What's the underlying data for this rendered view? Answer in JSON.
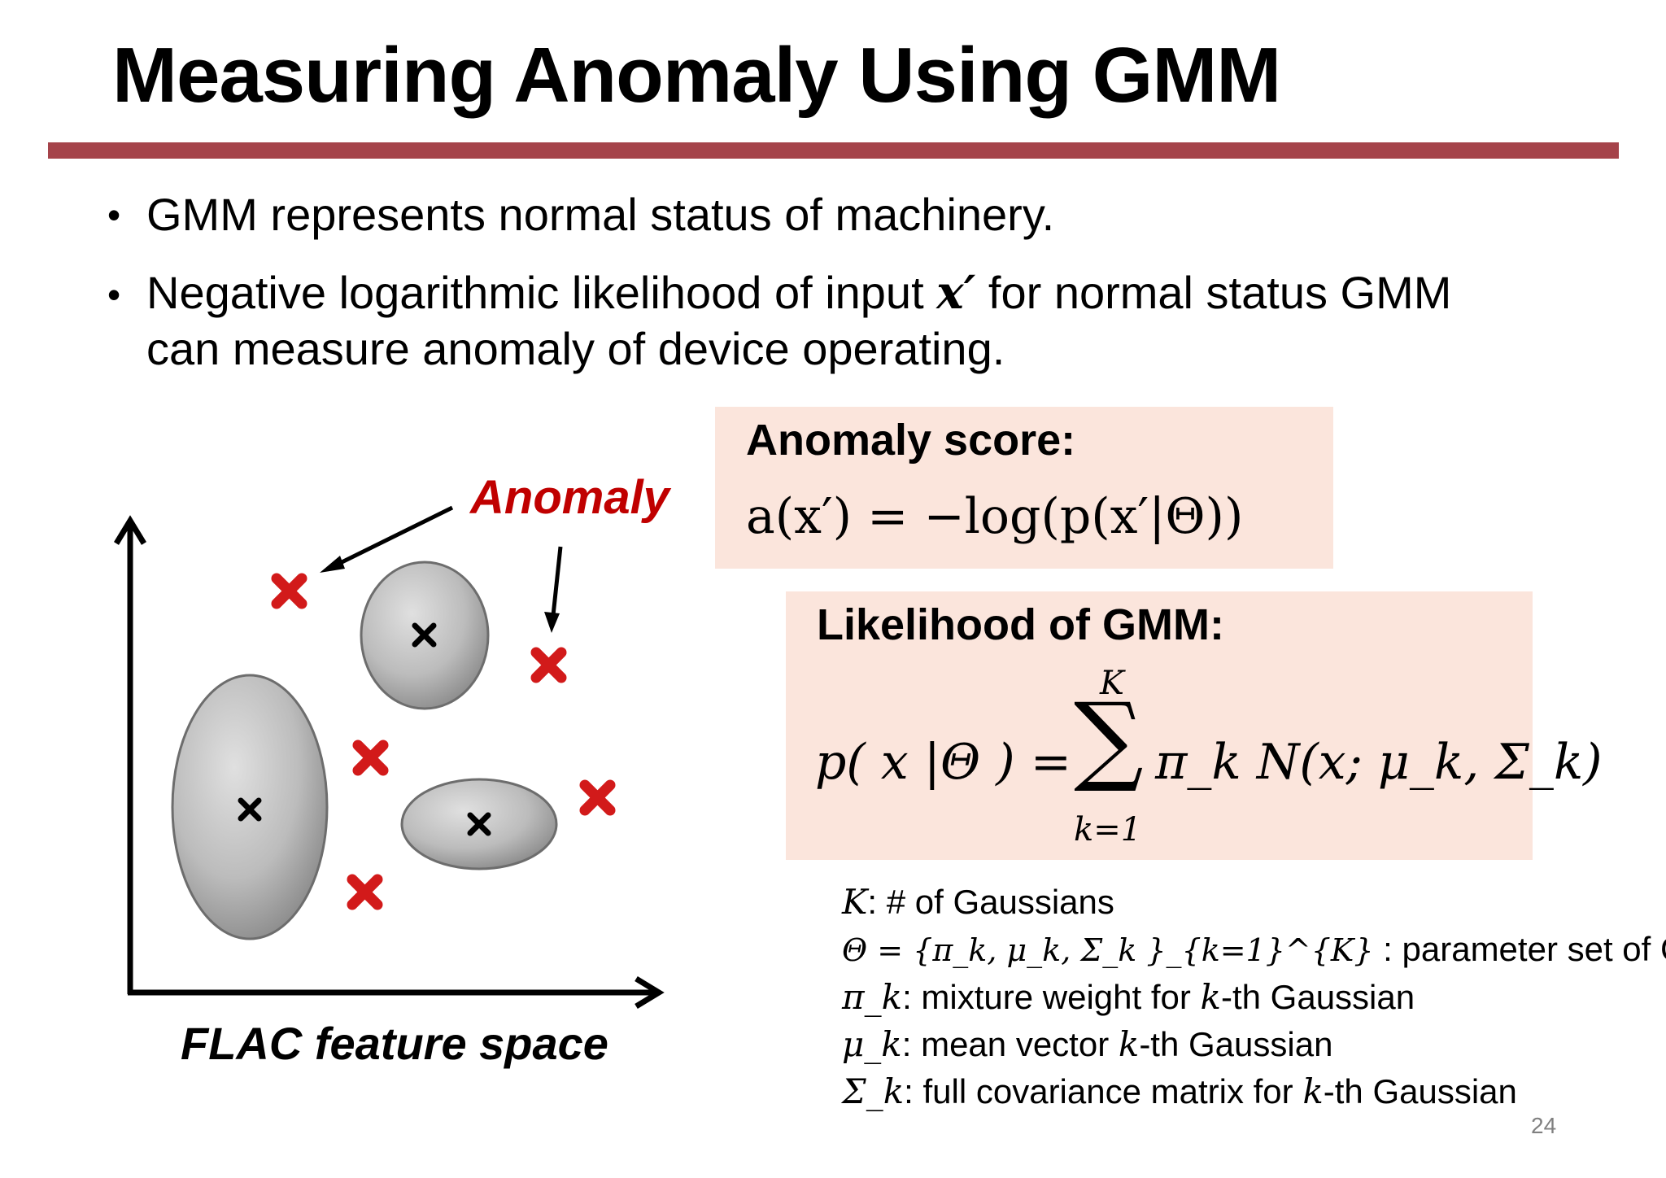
{
  "slide": {
    "title": "Measuring Anomaly Using GMM",
    "page_number": "24"
  },
  "bullets": [
    {
      "marker": "•",
      "line1": "GMM represents normal status of machinery."
    },
    {
      "marker": "•",
      "line1_pre": "Negative logarithmic likelihood of input ",
      "line1_var": "x′",
      "line1_post": " for normal status GMM",
      "line2": "can measure anomaly of device operating."
    }
  ],
  "anomaly_box": {
    "label": "Anomaly score:",
    "formula": "a(x′) = −log(p(x′|Θ))"
  },
  "likelihood_box": {
    "label": "Likelihood of GMM:",
    "lhs": "p( x |Θ ) =",
    "sum_upper": "K",
    "sum_symbol": "∑",
    "sum_lower": "k=1",
    "rhs": "π_k N(x; μ_k, Σ_k)"
  },
  "definitions": [
    {
      "symbol": "K",
      "text": ": # of Gaussians"
    },
    {
      "symbol": "Θ = {π_k, μ_k, Σ_k }_{k=1}^{K}",
      "text": " : parameter set of GMM"
    },
    {
      "symbol": "π_k",
      "text_pre": ": mixture weight for ",
      "var": "k",
      "text_post": "-th Gaussian"
    },
    {
      "symbol": "μ_k",
      "text_pre": ": mean vector ",
      "var": "k",
      "text_post": "-th Gaussian"
    },
    {
      "symbol": "Σ_k",
      "text_pre": ": full covariance matrix for ",
      "var": "k",
      "text_post": "-th Gaussian"
    }
  ],
  "diagram": {
    "anomaly_label": "Anomaly",
    "caption": "FLAC feature space",
    "center_marker": "×",
    "colors": {
      "rule": "#a5434a",
      "box_fill": "#fbe5dc",
      "anomaly_red": "#c00000",
      "cluster_gray": "#b8b8b8"
    }
  }
}
